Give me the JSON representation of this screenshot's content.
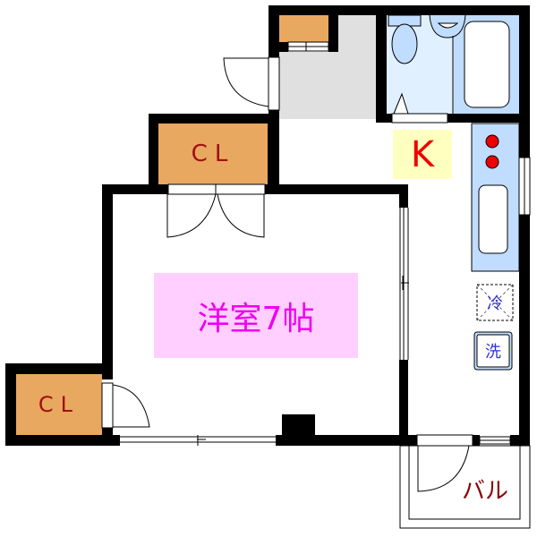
{
  "floor_plan": {
    "rooms": {
      "western_room": {
        "label": "洋室7帖"
      },
      "kitchen": {
        "label": "K"
      },
      "closet_top": {
        "label": "CL"
      },
      "closet_left": {
        "label": "CL"
      },
      "balcony": {
        "label": "バル"
      }
    },
    "appliances": {
      "refrigerator": {
        "label": "冷"
      },
      "washer": {
        "label": "洗"
      }
    },
    "colors": {
      "wall": "#000000",
      "closet_fill": "#e8a860",
      "entrance_fill": "#e0e0e0",
      "bath_fill": "#c0dcff",
      "toilet_fill": "#e0f0ff",
      "room_label_bg": "#ffd0ff",
      "room_label_text": "#ee00ee",
      "kitchen_label_bg": "#ffffc0",
      "kitchen_label_text": "#ee0000",
      "closet_label_text": "#a01010",
      "appliance_text": "#3030e0"
    }
  }
}
